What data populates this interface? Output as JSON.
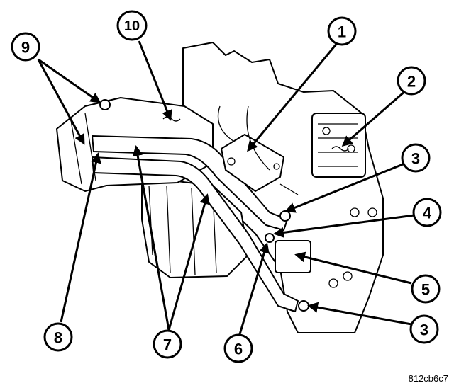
{
  "figure": {
    "id_label": "812cb6c7",
    "callouts": [
      {
        "number": "1"
      },
      {
        "number": "2"
      },
      {
        "number": "3"
      },
      {
        "number": "4"
      },
      {
        "number": "5"
      },
      {
        "number": "3"
      },
      {
        "number": "6"
      },
      {
        "number": "7"
      },
      {
        "number": "8"
      },
      {
        "number": "9"
      },
      {
        "number": "10"
      }
    ]
  }
}
